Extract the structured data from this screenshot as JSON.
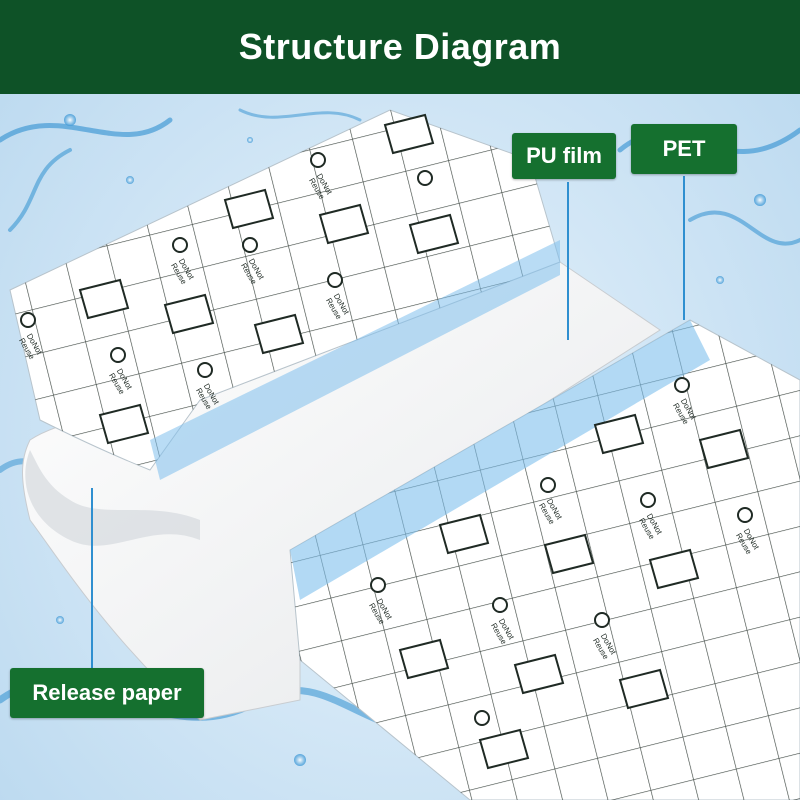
{
  "title": "Structure Diagram",
  "labels": {
    "pu_film": "PU film",
    "pet": "PET",
    "release_paper": "Release paper"
  },
  "print_text": "Do Not Reuse",
  "colors": {
    "header_bg": "#0e5227",
    "label_bg": "#15702f",
    "accent_stripe": "#7fc0ec",
    "water": "#2f8fd0"
  },
  "icons": [
    "water-splash-icon",
    "grid-pattern",
    "no-reuse-icon",
    "bandage-icon"
  ]
}
